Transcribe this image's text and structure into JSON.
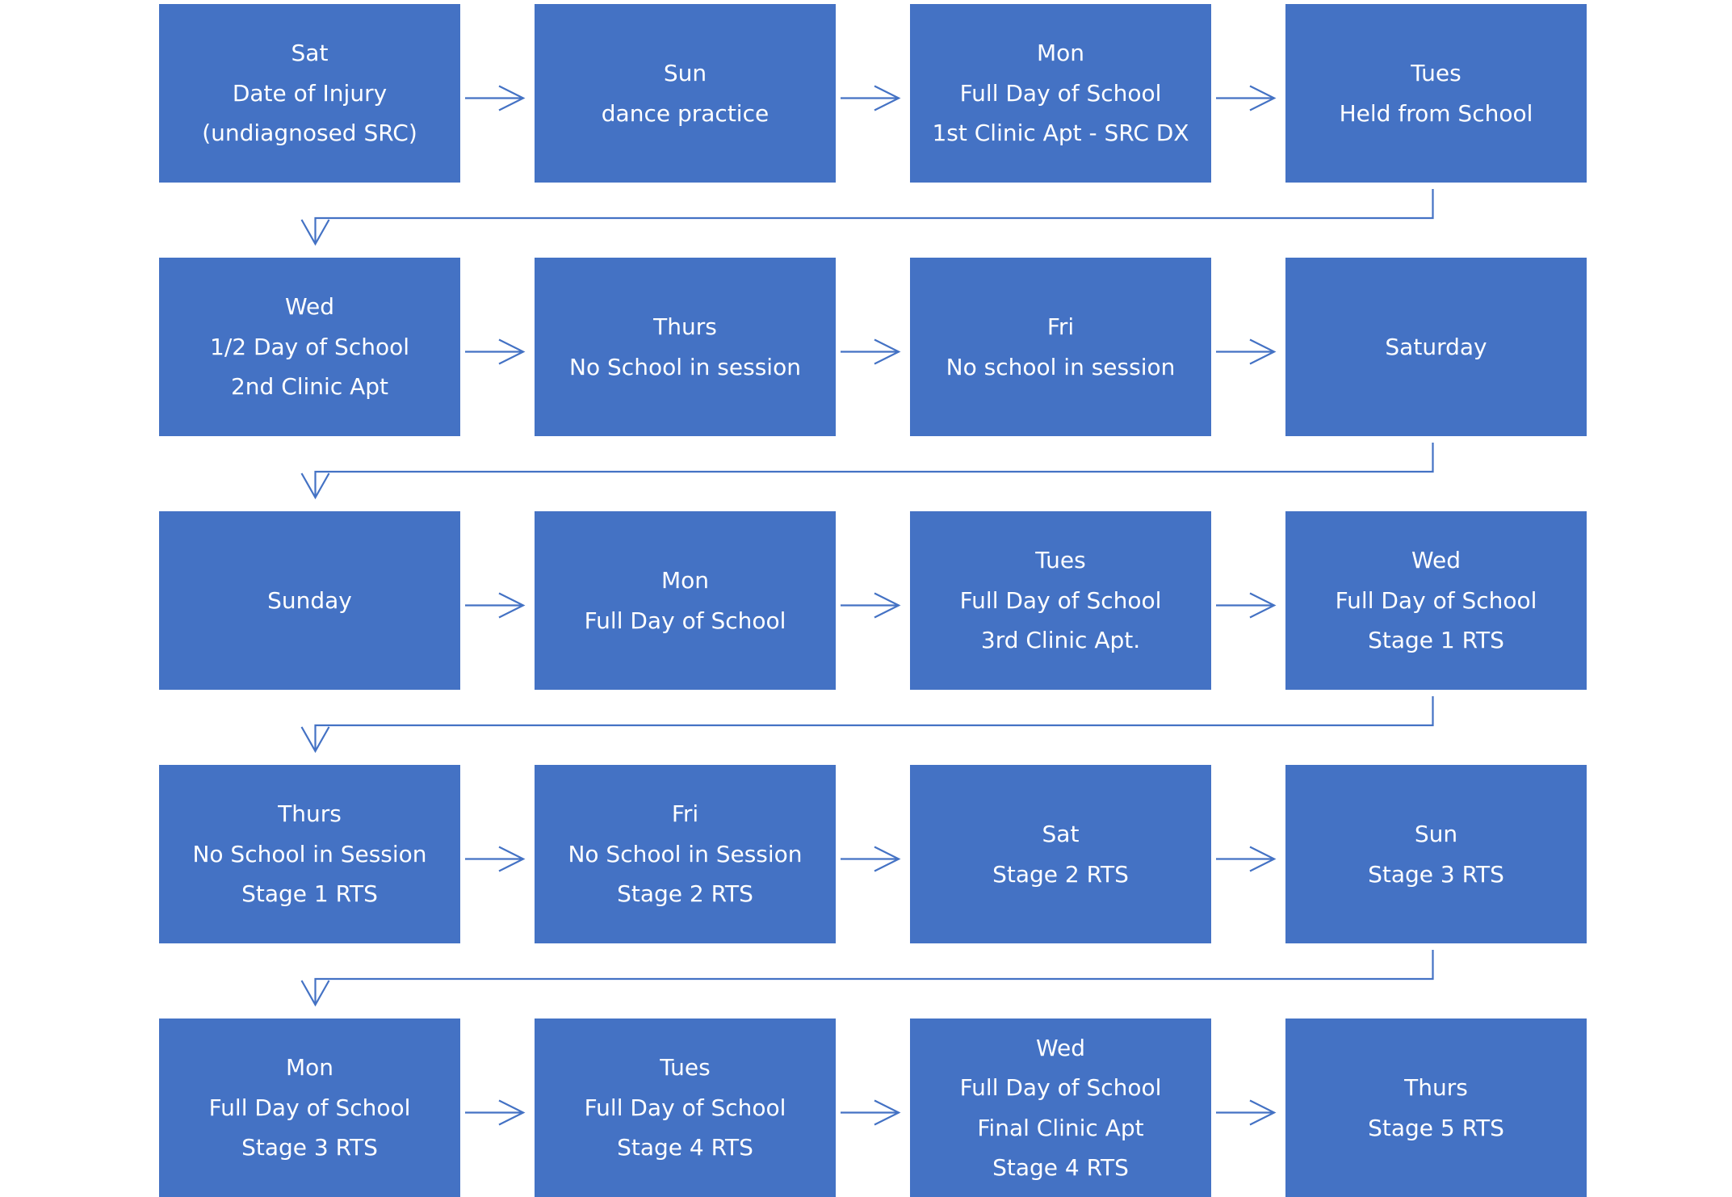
{
  "rows": [
    [
      {
        "lines": [
          "Sat",
          "Date of Injury",
          "(undiagnosed SRC)"
        ]
      },
      {
        "lines": [
          "Sun",
          "dance practice"
        ]
      },
      {
        "lines": [
          "Mon",
          "Full Day of School",
          "1st Clinic Apt - SRC DX"
        ]
      },
      {
        "lines": [
          "Tues",
          "Held from School"
        ]
      }
    ],
    [
      {
        "lines": [
          "Wed",
          "1/2 Day of School",
          "2nd Clinic Apt"
        ]
      },
      {
        "lines": [
          "Thurs",
          "No School in session"
        ]
      },
      {
        "lines": [
          "Fri",
          "No school in session"
        ]
      },
      {
        "lines": [
          "Saturday"
        ]
      }
    ],
    [
      {
        "lines": [
          "Sunday"
        ]
      },
      {
        "lines": [
          "Mon",
          "Full Day of School"
        ]
      },
      {
        "lines": [
          "Tues",
          "Full Day of School",
          "3rd Clinic Apt."
        ]
      },
      {
        "lines": [
          "Wed",
          "Full Day of School",
          "Stage 1 RTS"
        ]
      }
    ],
    [
      {
        "lines": [
          "Thurs",
          "No School in Session",
          "Stage 1 RTS"
        ]
      },
      {
        "lines": [
          "Fri",
          "No School in Session",
          "Stage 2 RTS"
        ]
      },
      {
        "lines": [
          "Sat",
          "Stage 2 RTS"
        ]
      },
      {
        "lines": [
          "Sun",
          "Stage 3 RTS"
        ]
      }
    ],
    [
      {
        "lines": [
          "Mon",
          "Full Day of School",
          "Stage 3 RTS"
        ]
      },
      {
        "lines": [
          "Tues",
          "Full Day of School",
          "Stage 4 RTS"
        ]
      },
      {
        "lines": [
          "Wed",
          "Full Day of School",
          "Final Clinic Apt",
          "Stage 4 RTS"
        ]
      },
      {
        "lines": [
          "Thurs",
          "Stage 5 RTS"
        ]
      }
    ]
  ],
  "colors": {
    "box_fill": "#4472C4",
    "box_text": "#FFFFFF",
    "connector": "#4472C4"
  }
}
